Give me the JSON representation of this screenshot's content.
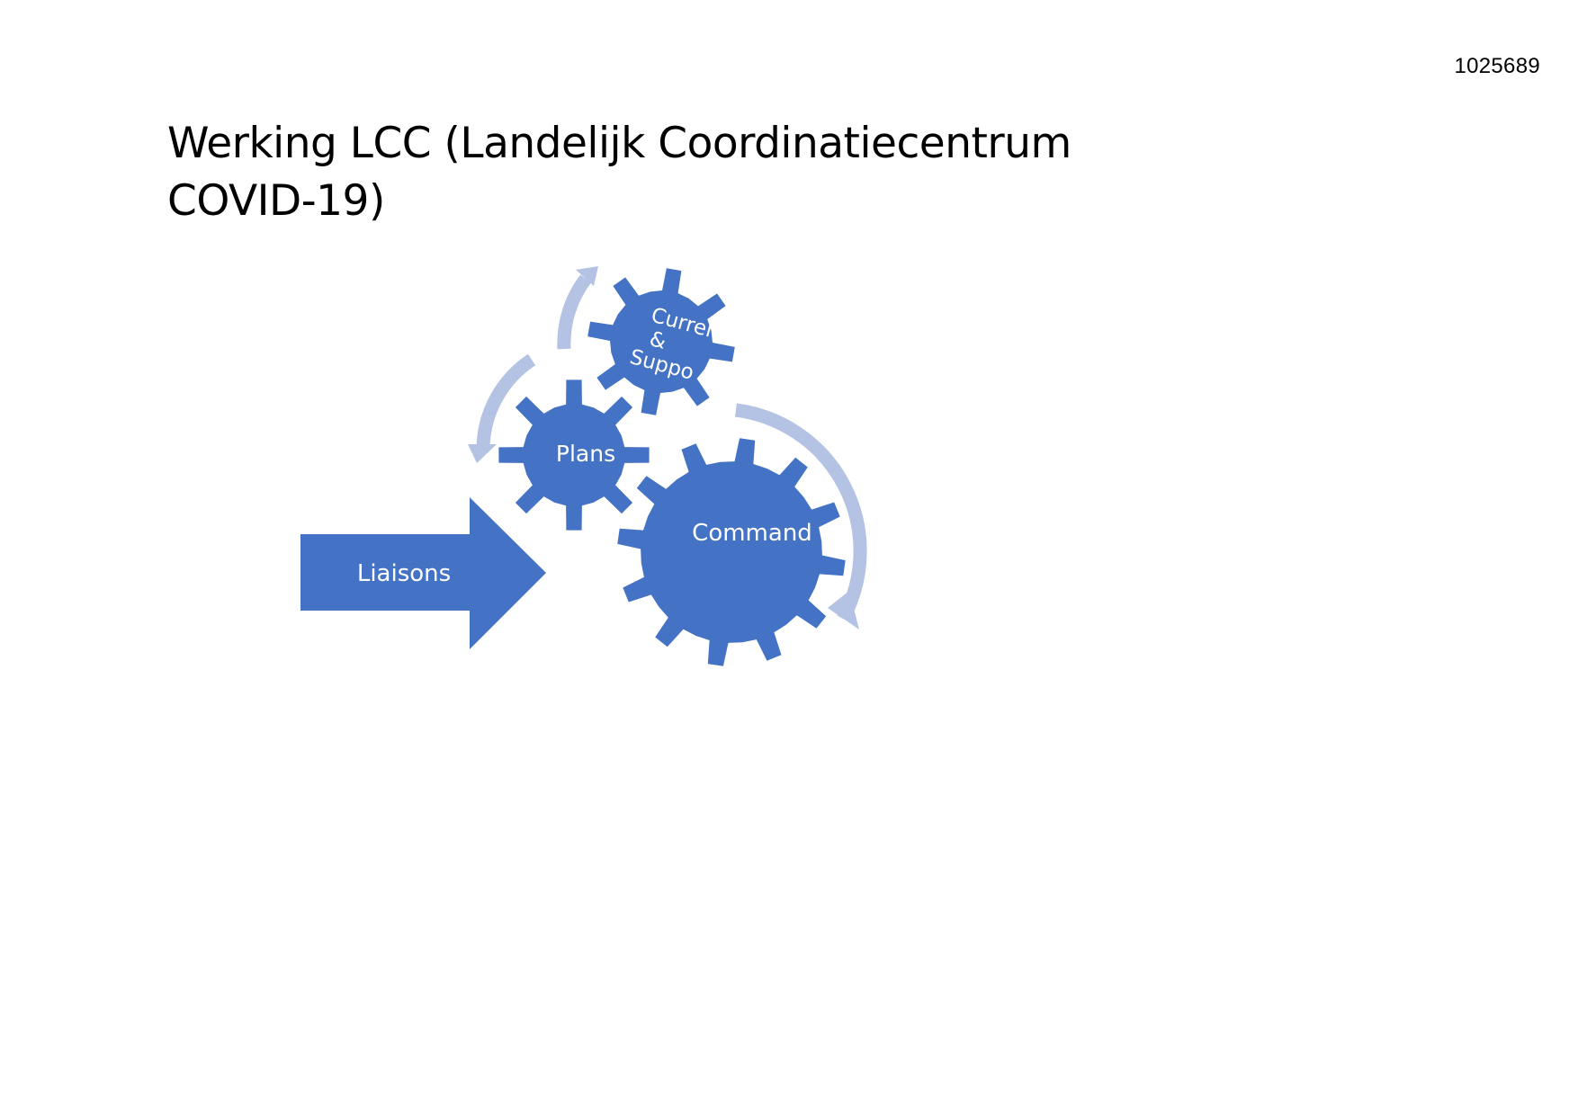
{
  "document": {
    "id": "1025689",
    "title_lines": [
      "Werking LCC (Landelijk Coordinatiecentrum",
      "COVID-19)"
    ]
  },
  "diagram": {
    "colors": {
      "gear": "#4472C4",
      "cycle_arrow": "#B4C3E3",
      "label": "#FFFFFF"
    },
    "gears": {
      "current_support": {
        "line1": "Curren",
        "line2": "&",
        "line3": "Suppo"
      },
      "plans": {
        "label": "Plans"
      },
      "command": {
        "label": "Command"
      }
    },
    "input_arrow": {
      "label": "Liaisons"
    }
  }
}
